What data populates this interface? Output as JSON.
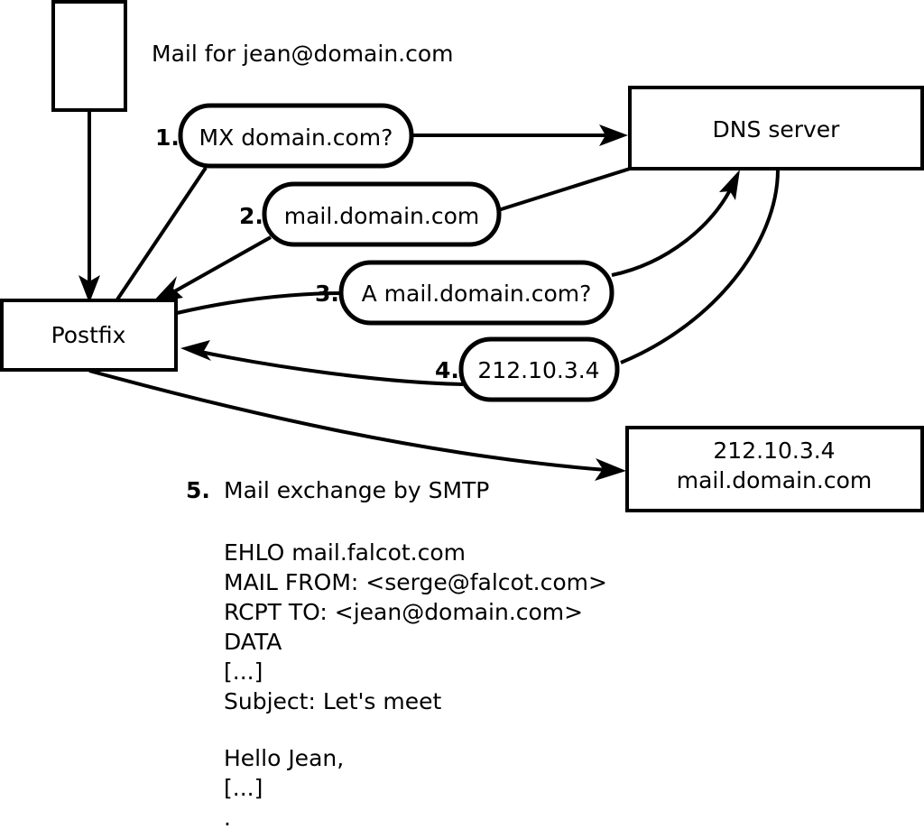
{
  "diagram": {
    "title_caption": "Mail for jean@domain.com",
    "nodes": [
      {
        "id": "client",
        "label": ""
      },
      {
        "id": "postfix",
        "label": "Postfix"
      },
      {
        "id": "dns",
        "label": "DNS server"
      },
      {
        "id": "mailserver",
        "label_line1": "212.10.3.4",
        "label_line2": "mail.domain.com"
      }
    ],
    "steps": [
      {
        "number": "1.",
        "label": "MX domain.com?"
      },
      {
        "number": "2.",
        "label": "mail.domain.com"
      },
      {
        "number": "3.",
        "label": "A mail.domain.com?"
      },
      {
        "number": "4.",
        "label": "212.10.3.4"
      },
      {
        "number": "5.",
        "label": "Mail exchange by SMTP"
      }
    ],
    "smtp_transcript": [
      "EHLO mail.falcot.com",
      "MAIL FROM: <serge@falcot.com>",
      "RCPT TO: <jean@domain.com>",
      "DATA",
      "[...]",
      "Subject: Let's meet",
      "",
      "Hello Jean,",
      "[...]",
      "."
    ],
    "colors": {
      "stroke": "#000000",
      "fill": "#ffffff",
      "text": "#000000"
    }
  }
}
